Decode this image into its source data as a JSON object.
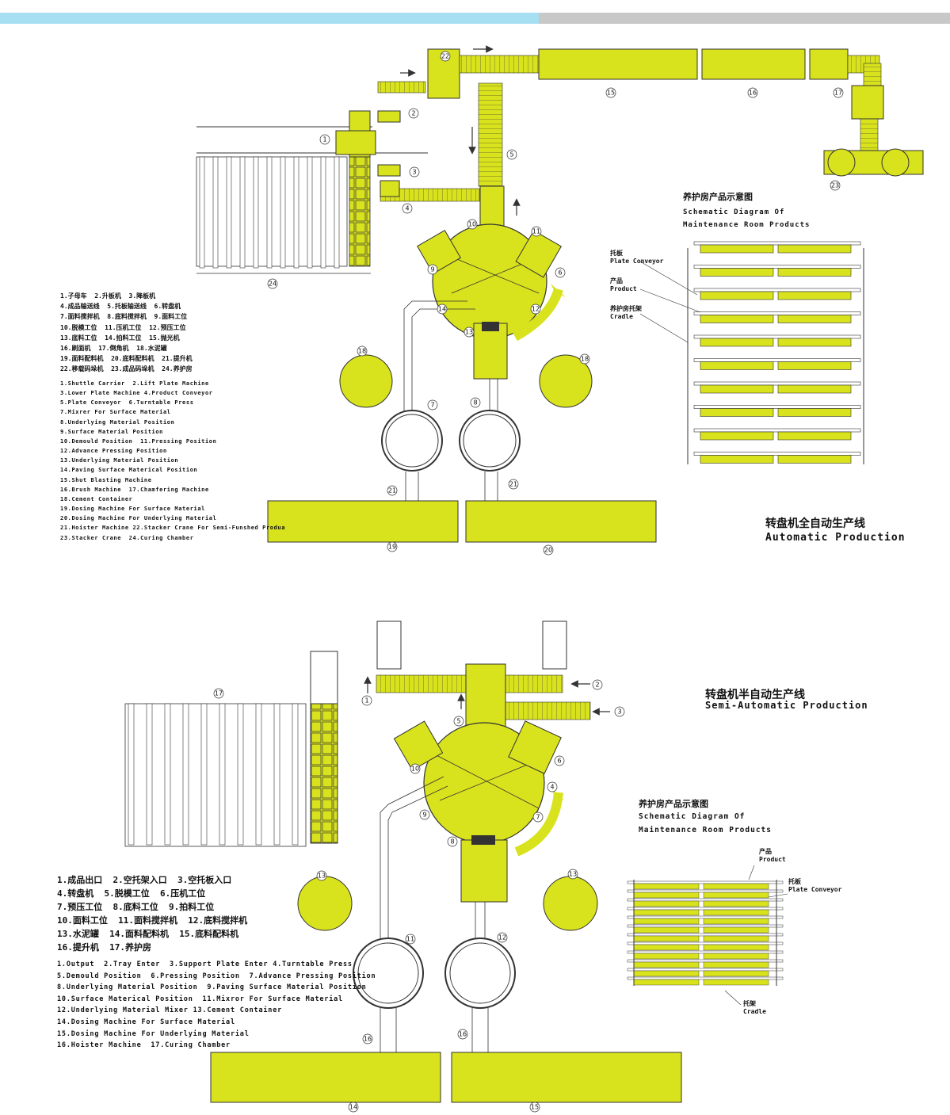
{
  "colors": {
    "accent_yellow": "#d8e21d",
    "top_bar_blue": "#a6dff1",
    "top_bar_gray": "#c8c8c8"
  },
  "auto": {
    "title_zh": "转盘机全自动生产线",
    "title_en": "Automatic Production",
    "room": {
      "title_zh": "养护房产品示意图",
      "title_en_1": "Schematic Diagram Of",
      "title_en_2": "Maintenance Room Products",
      "plate_zh": "托板",
      "plate_en": "Plate Conveyor",
      "product_zh": "产品",
      "product_en": "Product",
      "cradle_zh": "养护房托架",
      "cradle_en": "Cradle"
    },
    "legend_zh": [
      "1.子母车  2.升板机  3.降板机",
      "4.成品输送线  5.托板输送线  6.转盘机",
      "7.面料搅拌机  8.底料搅拌机  9.面料工位",
      "10.脱模工位  11.压机工位  12.预压工位",
      "13.底料工位  14.拍料工位  15.抛光机",
      "16.刷面机  17.倒角机  18.水泥罐",
      "19.面料配料机  20.底料配料机  21.提升机",
      "22.移载码垛机  23.成品码垛机  24.养护房"
    ],
    "legend_en": [
      "1.Shuttle Carrier  2.Lift Plate Machine",
      "3.Lower Plate Machine 4.Product Conveyor",
      "5.Plate Conveyor  6.Turntable Press",
      "7.Mixrer For Surface Material",
      "8.Underlying Material Position",
      "9.Surface Material Position",
      "10.Demould Position  11.Pressing Position",
      "12.Advance Pressing Position",
      "13.Underlying Material Position",
      "14.Paving Surface Materical Position",
      "15.Shut Blasting Machine",
      "16.Brush Machine  17.Chamfering Machine",
      "18.Cement Container",
      "19.Dosing Machine For Surface Material",
      "20.Dosing Machine For Underlying Material",
      "21.Hoister Machine 22.Stacker Crane For Semi-Funshed Produa",
      "23.Stacker Crane  24.Curing Chamber"
    ]
  },
  "semi": {
    "title_zh": "转盘机半自动生产线",
    "title_en": "Semi-Automatic Production",
    "room": {
      "title_zh": "养护房产品示意图",
      "title_en_1": "Schematic Diagram Of",
      "title_en_2": "Maintenance Room Products",
      "product_zh": "产品",
      "product_en": "Product",
      "plate_zh": "托板",
      "plate_en": "Plate Conveyor",
      "cradle_zh": "托架",
      "cradle_en": "Cradle"
    },
    "legend_zh": [
      "1.成品出口  2.空托架入口  3.空托板入口",
      "4.转盘机  5.脱模工位  6.压机工位",
      "7.预压工位  8.底料工位  9.拍料工位",
      "10.面料工位  11.面料搅拌机  12.底料搅拌机",
      "13.水泥罐  14.面料配料机  15.底料配料机",
      "16.提升机  17.养护房"
    ],
    "legend_en": [
      "1.Output  2.Tray Enter  3.Support Plate Enter 4.Turntable Press",
      "5.Demould Position  6.Pressing Position  7.Advance Pressing Position",
      "8.Underlying Material Position  9.Paving Surface Material Position",
      "10.Surface Materical Position  11.Mixror For Surface Material",
      "12.Underlying Material Mixer 13.Cement Container",
      "14.Dosing Machine For Surface Material",
      "15.Dosing Machine For Underlying Material",
      "16.Hoister Machine  17.Curing Chamber"
    ]
  }
}
